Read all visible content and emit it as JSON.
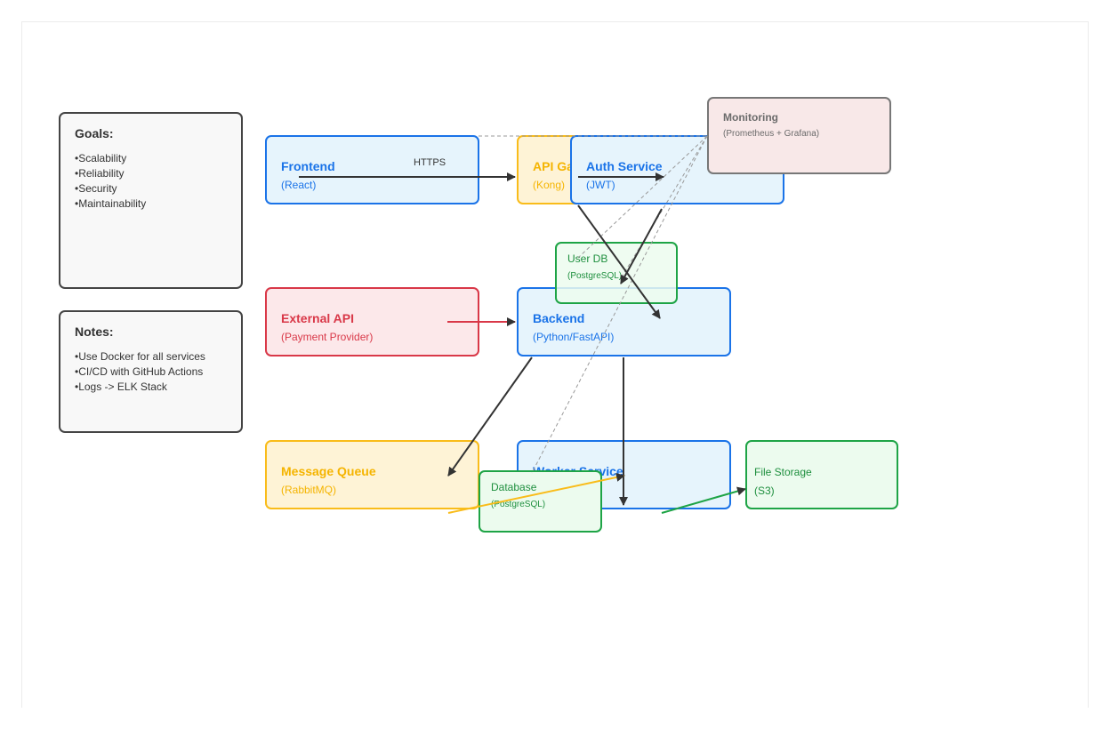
{
  "goals": {
    "title": "Goals:",
    "items": [
      "Scalability",
      "Reliability",
      "Security",
      "Maintainability"
    ]
  },
  "notes": {
    "title": "Notes:",
    "items": [
      "Use Docker for all services",
      "CI/CD with GitHub Actions",
      "Logs -> ELK Stack"
    ]
  },
  "nodes": {
    "frontend": {
      "title": "Frontend",
      "sub": "(React)"
    },
    "api_gateway": {
      "title": "API Gateway",
      "sub": "(Kong)"
    },
    "auth_service": {
      "title": "Auth Service",
      "sub": "(JWT)"
    },
    "monitoring": {
      "title": "Monitoring",
      "sub": "(Prometheus + Grafana)"
    },
    "user_db": {
      "title": "User DB",
      "sub": "(PostgreSQL)"
    },
    "external_api": {
      "title": "External API",
      "sub": "(Payment Provider)"
    },
    "backend": {
      "title": "Backend",
      "sub": "(Python/FastAPI)"
    },
    "message_queue": {
      "title": "Message Queue",
      "sub": "(RabbitMQ)"
    },
    "worker_service": {
      "title": "Worker Service",
      "sub": ""
    },
    "database": {
      "title": "Database",
      "sub": "(PostgreSQL)"
    },
    "file_storage": {
      "title": "File Storage",
      "sub": "(S3)"
    }
  },
  "edges": {
    "frontend_gateway_label": "HTTPS"
  },
  "colors": {
    "blue": "#1a73e8",
    "yellow": "#f9bc1a",
    "red": "#d93848",
    "green": "#1ea446",
    "gray": "#777777",
    "arrow": "#333333"
  }
}
